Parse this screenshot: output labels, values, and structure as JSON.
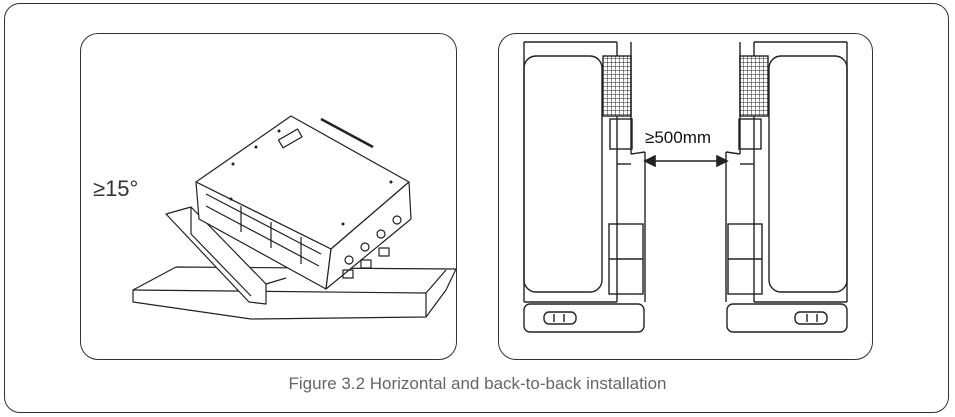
{
  "left_panel": {
    "angle_label": "≥15°"
  },
  "right_panel": {
    "distance_label": "≥500mm"
  },
  "caption": "Figure 3.2 Horizontal and back-to-back installation"
}
